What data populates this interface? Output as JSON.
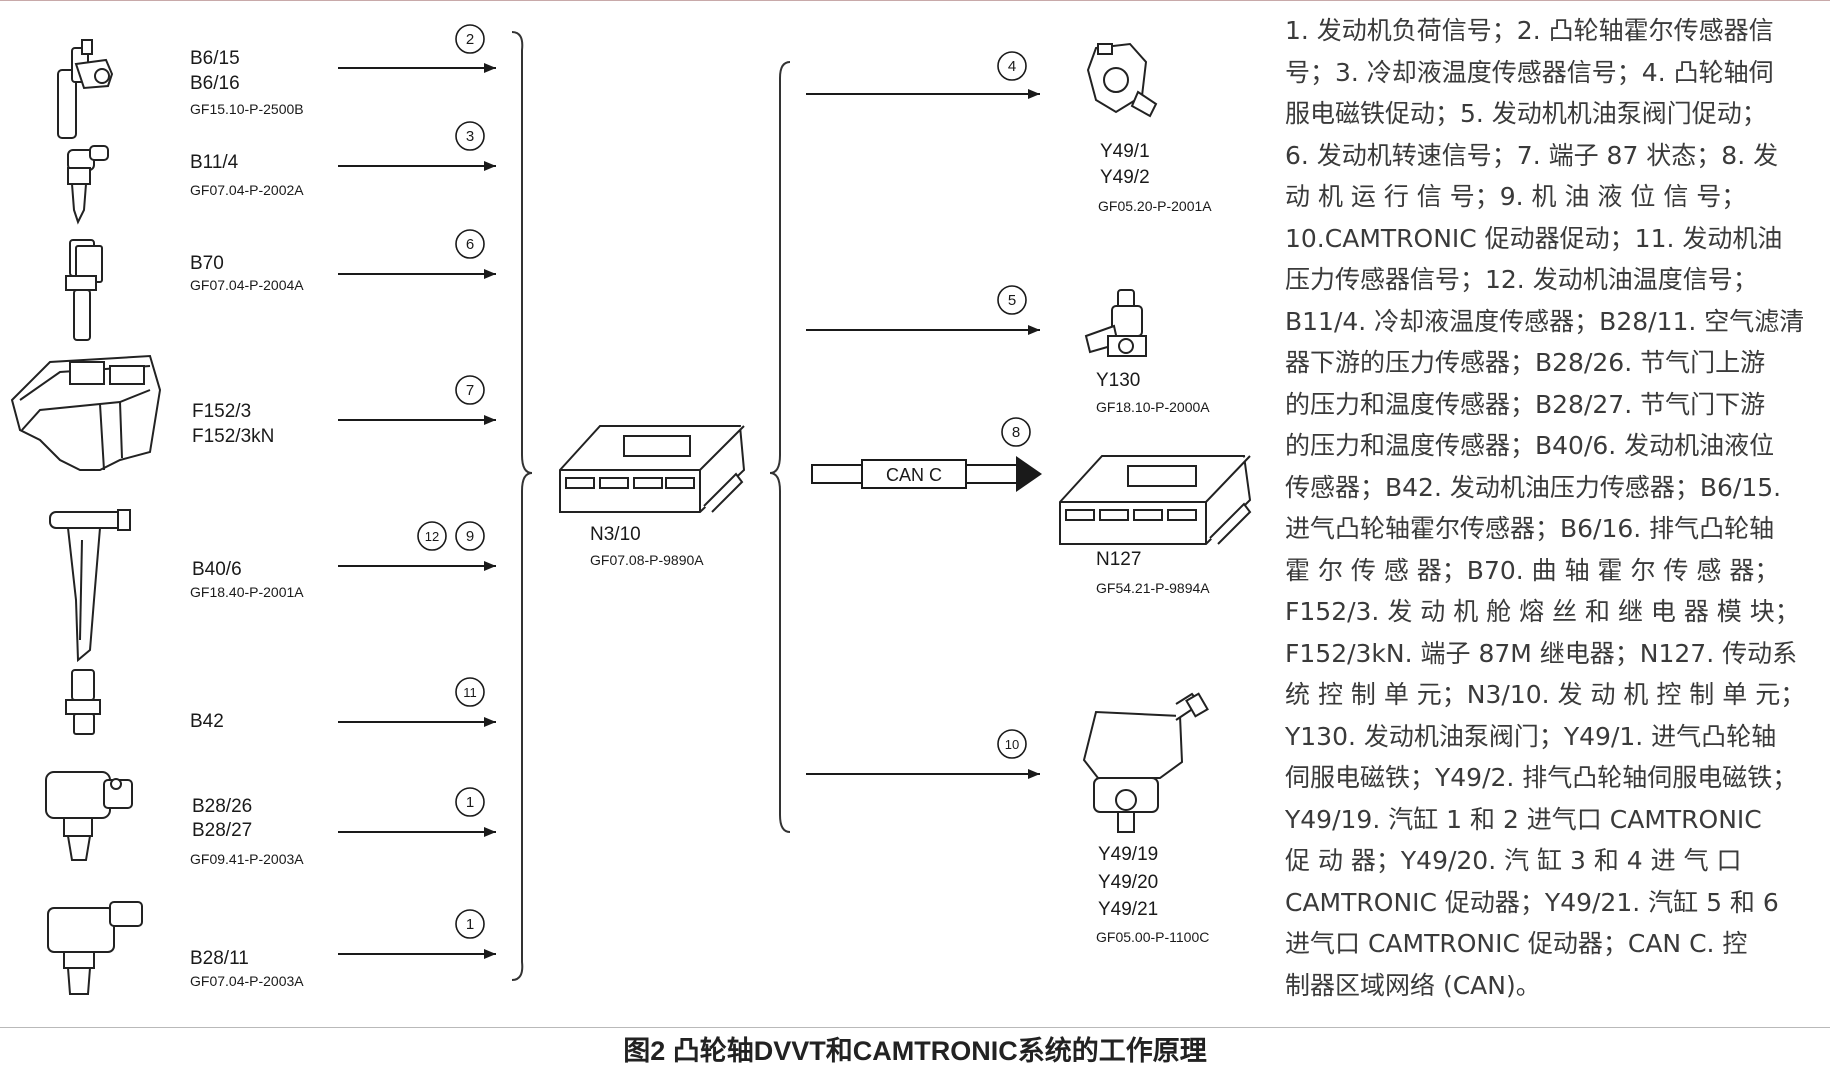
{
  "inputs": [
    {
      "labels": [
        "B6/15",
        "B6/16"
      ],
      "code": "GF15.10-P-2500B",
      "signals": [
        "2"
      ],
      "icon": "camshaft-hall-sensor-icon"
    },
    {
      "labels": [
        "B11/4"
      ],
      "code": "GF07.04-P-2002A",
      "signals": [
        "3"
      ],
      "icon": "coolant-temp-sensor-icon"
    },
    {
      "labels": [
        "B70"
      ],
      "code": "GF07.04-P-2004A",
      "signals": [
        "6"
      ],
      "icon": "crankshaft-hall-sensor-icon"
    },
    {
      "labels": [
        "F152/3",
        "F152/3kN"
      ],
      "code": "",
      "signals": [
        "7"
      ],
      "icon": "fuse-relay-module-icon"
    },
    {
      "labels": [
        "B40/6"
      ],
      "code": "GF18.40-P-2001A",
      "signals": [
        "12",
        "9"
      ],
      "icon": "oil-level-sensor-icon"
    },
    {
      "labels": [
        "B42"
      ],
      "code": "",
      "signals": [
        "11"
      ],
      "icon": "oil-pressure-sensor-icon"
    },
    {
      "labels": [
        "B28/26",
        "B28/27"
      ],
      "code": "GF09.41-P-2003A",
      "signals": [
        "1"
      ],
      "icon": "pressure-temp-sensor-icon"
    },
    {
      "labels": [
        "B28/11"
      ],
      "code": "GF07.04-P-2003A",
      "signals": [
        "1"
      ],
      "icon": "pressure-sensor-icon"
    }
  ],
  "center": {
    "label": "N3/10",
    "code": "GF07.08-P-9890A",
    "icon": "engine-control-unit-icon"
  },
  "outputs": [
    {
      "labels": [
        "Y49/1",
        "Y49/2"
      ],
      "code": "GF05.20-P-2001A",
      "signal": "4",
      "icon": "camshaft-solenoid-icon"
    },
    {
      "labels": [
        "Y130"
      ],
      "code": "GF18.10-P-2000A",
      "signal": "5",
      "icon": "oil-pump-valve-icon"
    },
    {
      "labels": [
        "N127"
      ],
      "code": "GF54.21-P-9894A",
      "signal": "8",
      "bus": "CAN C",
      "icon": "powertrain-control-unit-icon"
    },
    {
      "labels": [
        "Y49/19",
        "Y49/20",
        "Y49/21"
      ],
      "code": "GF05.00-P-1100C",
      "signal": "10",
      "icon": "camtronic-actuator-icon"
    }
  ],
  "legend_lines": [
    "1. 发动机负荷信号；2. 凸轮轴霍尔传感器信",
    "号；3. 冷却液温度传感器信号；4. 凸轮轴伺",
    "服电磁铁促动；5. 发动机机油泵阀门促动；",
    "6. 发动机转速信号；7. 端子 87 状态；8. 发",
    "动 机 运 行 信 号；9. 机 油 液 位 信 号；",
    "10.CAMTRONIC 促动器促动；11. 发动机油",
    "压力传感器信号；12. 发动机油温度信号；",
    "B11/4. 冷却液温度传感器；B28/11. 空气滤清",
    "器下游的压力传感器；B28/26. 节气门上游",
    "的压力和温度传感器；B28/27. 节气门下游",
    "的压力和温度传感器；B40/6. 发动机油液位",
    "传感器；B42. 发动机油压力传感器；B6/15.",
    "进气凸轮轴霍尔传感器；B6/16. 排气凸轮轴",
    "霍 尔 传 感 器；B70. 曲 轴 霍 尔 传 感 器；",
    "F152/3. 发 动 机 舱 熔 丝 和 继 电 器 模 块；",
    "F152/3kN. 端子 87M 继电器；N127. 传动系",
    "统 控 制 单 元；N3/10. 发 动 机 控 制 单 元；",
    "Y130. 发动机油泵阀门；Y49/1. 进气凸轮轴",
    "伺服电磁铁；Y49/2. 排气凸轮轴伺服电磁铁；",
    "Y49/19. 汽缸 1 和 2 进气口 CAMTRONIC",
    "促 动 器；Y49/20. 汽 缸 3 和 4 进 气 口",
    "CAMTRONIC 促动器；Y49/21. 汽缸 5 和 6",
    "进气口 CAMTRONIC 促动器；CAN C. 控",
    "制器区域网络 (CAN)。"
  ],
  "caption": "图2 凸轮轴DVVT和CAMTRONIC系统的工作原理",
  "colors": {
    "arrow": "#1a1a1a",
    "frame_top": "#c8a9a9",
    "frame_bottom": "#b9b9b9",
    "legend_text": "#3a3a3a"
  }
}
